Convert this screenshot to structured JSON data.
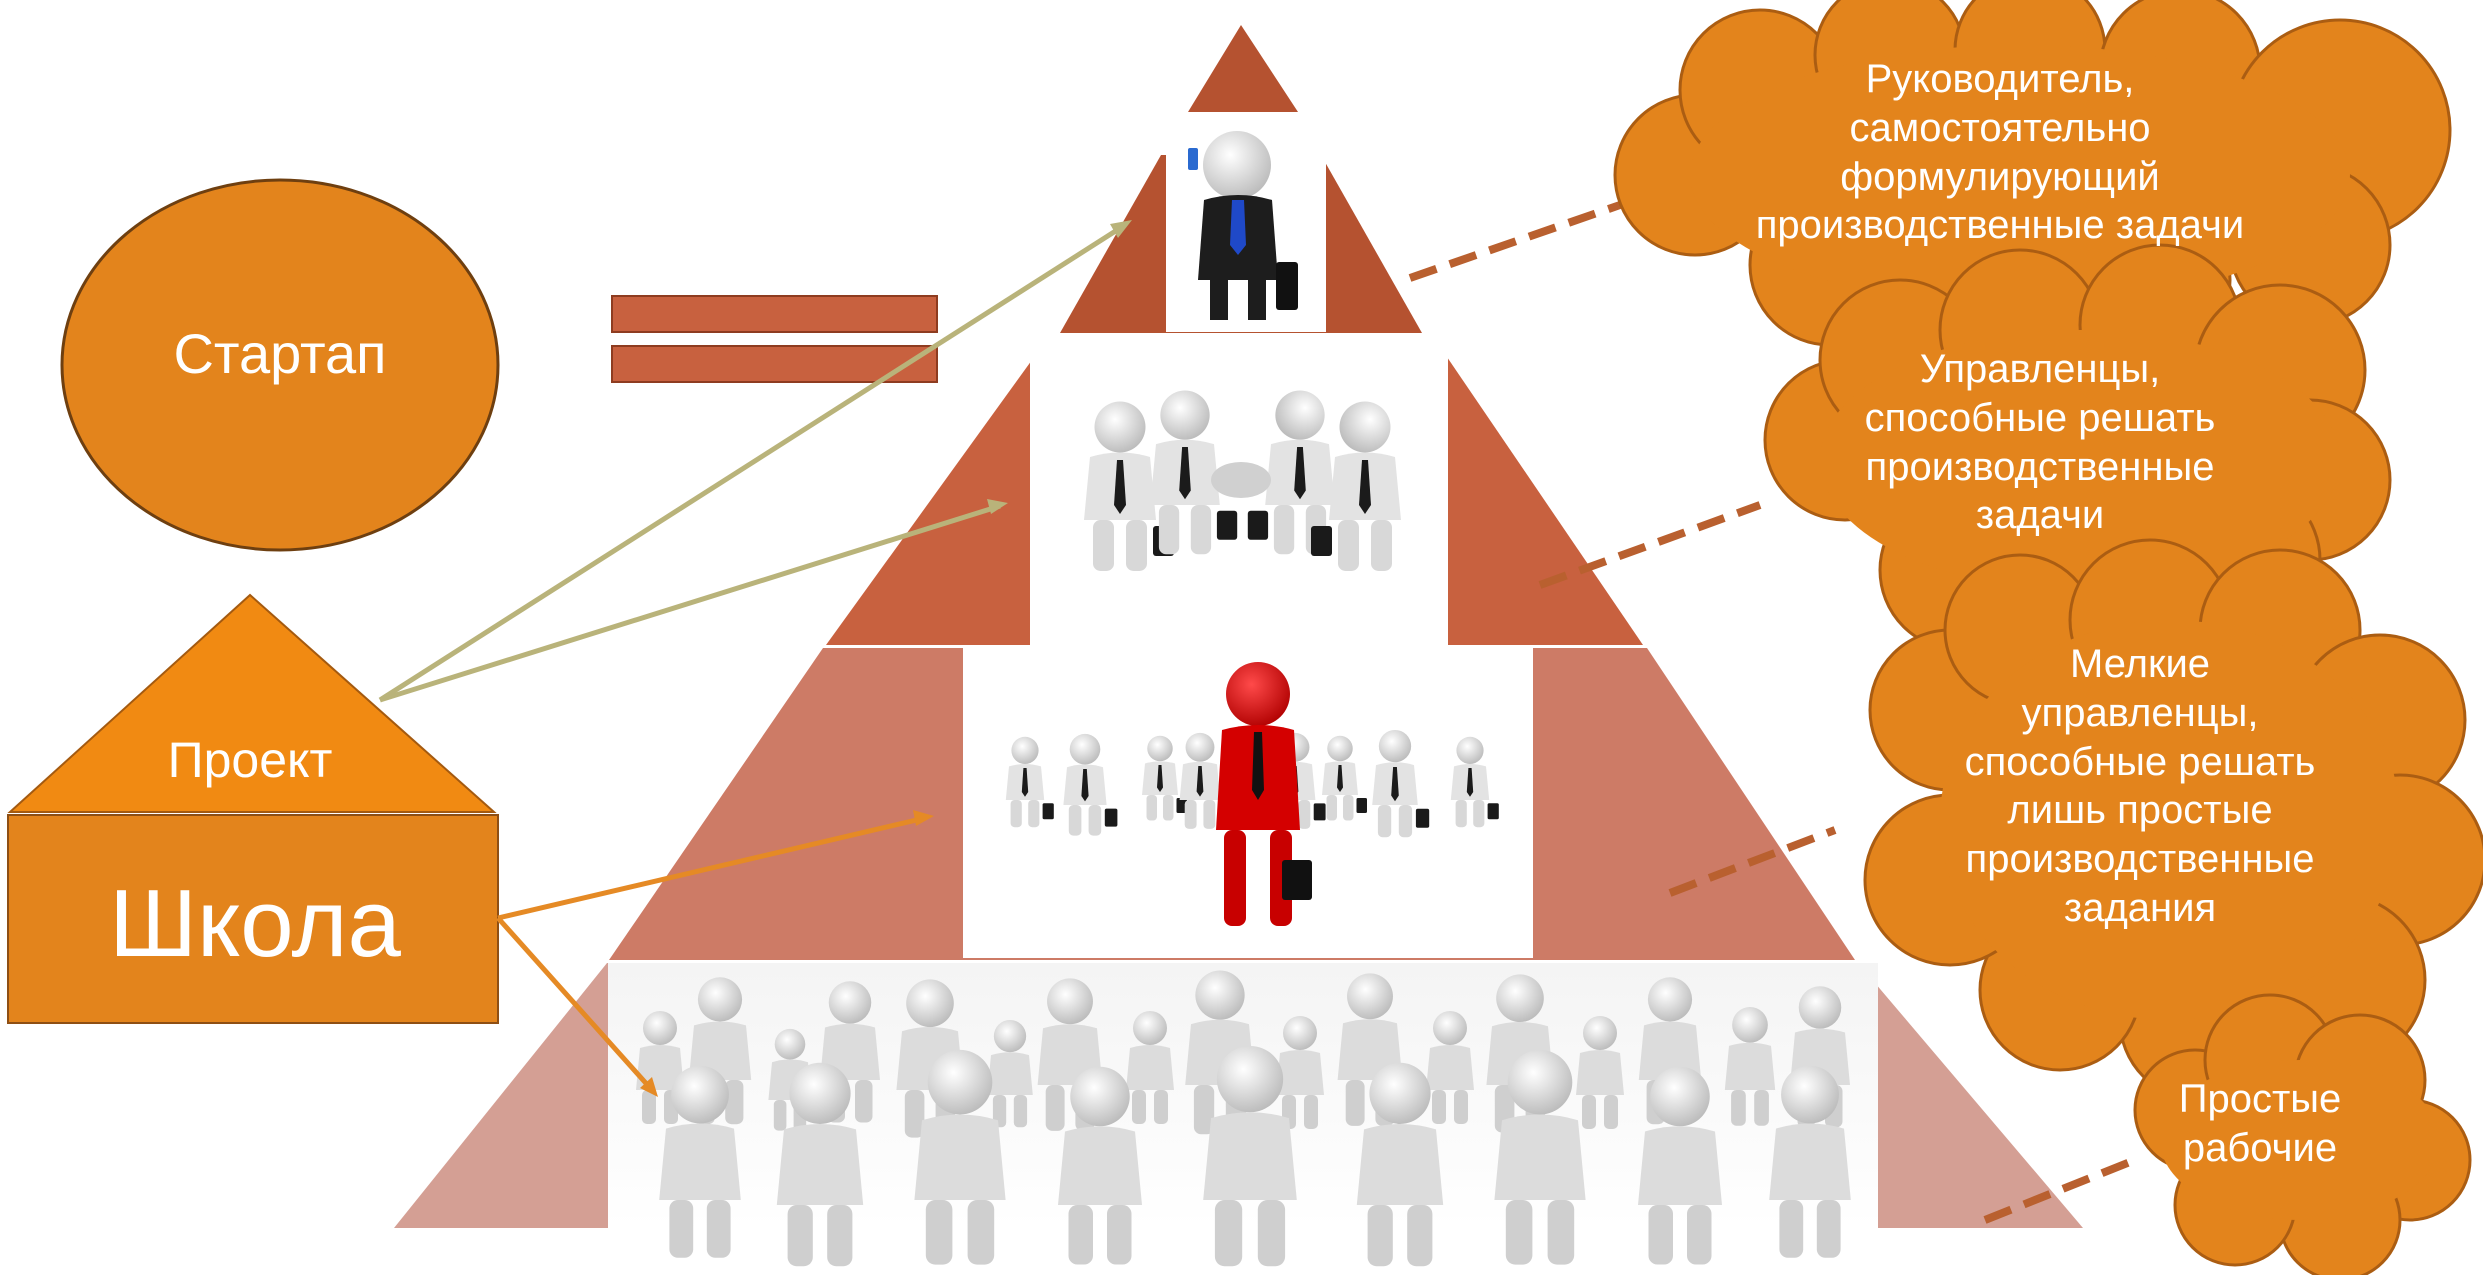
{
  "labels": {
    "startup": "Стартап",
    "project": "Проект",
    "school": "Школа"
  },
  "levels": [
    {
      "lines": [
        "Руководитель,",
        "самостоятельно",
        "формулирующий",
        "производственные задачи"
      ]
    },
    {
      "lines": [
        "Управленцы,",
        "способные решать",
        "производственные",
        "задачи"
      ]
    },
    {
      "lines": [
        "Мелкие",
        "управленцы,",
        "способные решать",
        "лишь простые",
        "производственные",
        "задания"
      ]
    },
    {
      "lines": [
        "Простые",
        "рабочие"
      ]
    }
  ],
  "colors": {
    "orange": "#E3841C",
    "orange_bright": "#F18A12",
    "tier_top": "#B55230",
    "tier_2": "#C8613F",
    "tier_3": "#CD7B66",
    "tier_4": "#D49F94",
    "connector": "#B9602F",
    "arrow_olive": "#B9B37A",
    "arrow_orange": "#E58A25"
  },
  "icons": [
    "leader-figure-icon",
    "team-handshake-icon",
    "red-figure-in-crowd-icon",
    "crowd-icon"
  ]
}
